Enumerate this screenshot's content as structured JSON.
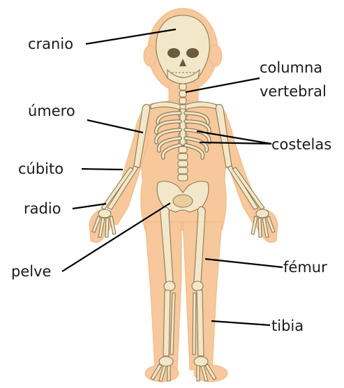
{
  "colors": {
    "body": "#f6c89b",
    "body_edge": "#efb985",
    "bone": "#f3e7c9",
    "bone_outline": "#8c7a55",
    "leader": "#000000",
    "text": "#1a1a1a"
  },
  "labels": {
    "cranio": "cranio",
    "columna_line1": "columna",
    "columna_line2": "vertebral",
    "umero": "úmero",
    "costelas": "costelas",
    "cubito": "cúbito",
    "radio": "radio",
    "pelve": "pelve",
    "femur": "fémur",
    "tibia": "tibia"
  }
}
